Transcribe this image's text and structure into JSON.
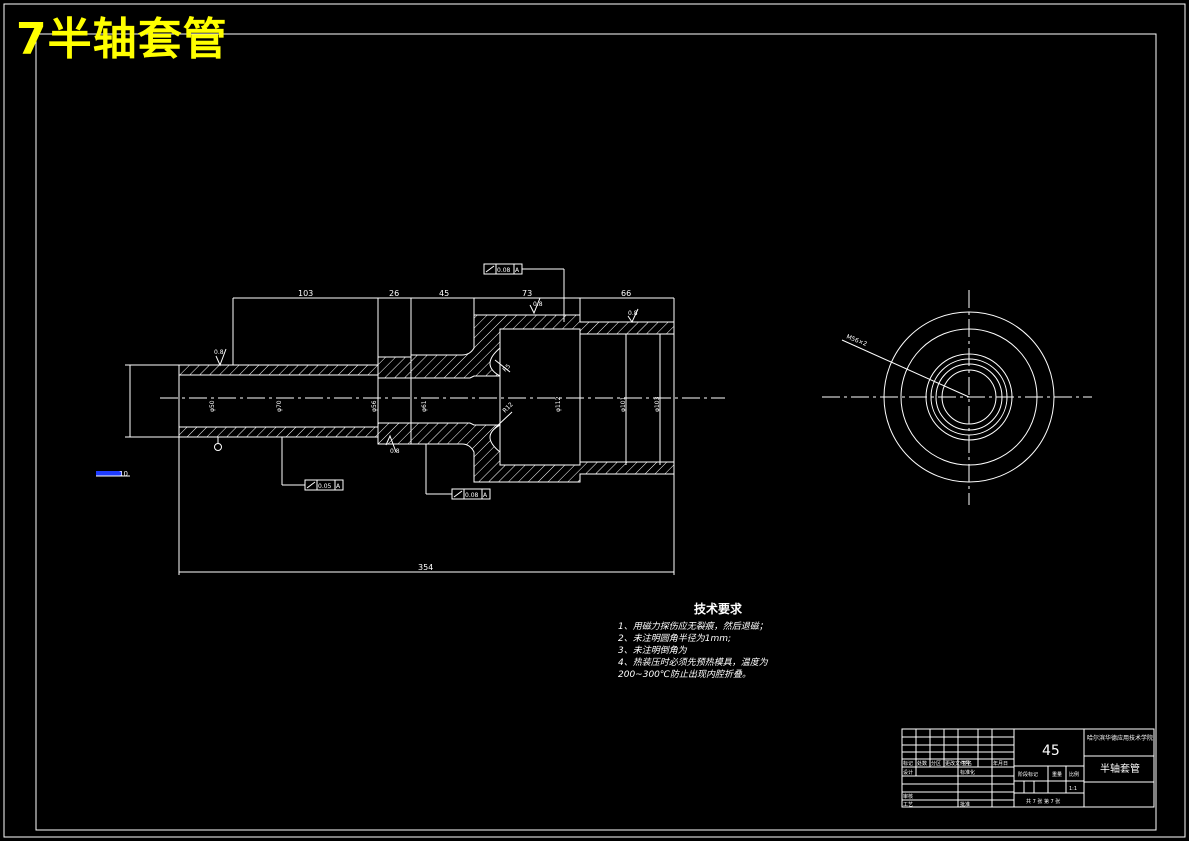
{
  "title": "7半轴套管",
  "front_view": {
    "dims": {
      "d1": "103",
      "d2": "26",
      "d3": "45",
      "d4": "73",
      "d5": "66",
      "total": "354"
    },
    "diameters": [
      "φ50",
      "φ70",
      "φ56",
      "φ61",
      "φ112",
      "φ101",
      "φ103"
    ],
    "radii": [
      "R5",
      "R12"
    ],
    "roughness": [
      "0.8",
      "0.8",
      "0.8",
      "0.8"
    ],
    "tolerances": [
      {
        "value": "0.08",
        "datum": "A"
      },
      {
        "value": "0.05",
        "datum": "A"
      },
      {
        "value": "0.08",
        "datum": "A"
      }
    ],
    "left_note": "10"
  },
  "side_view": {
    "label": "M56×2"
  },
  "tech_req": {
    "title": "技术要求",
    "lines": [
      "1、用磁力探伤应无裂痕，然后退磁；",
      "2、未注明圆角半径为1mm;",
      "3、未注明倒角为",
      "4、热装压时必须先预热模具，温度为",
      "200~300℃防止出现内腔折叠。"
    ]
  },
  "title_block": {
    "material": "45",
    "school": "哈尔滨华德应用技术学院",
    "part_name": "半轴套管",
    "scale": "1:1",
    "sheets": "共 7 张  第 7 张",
    "row_labels": [
      "标记",
      "处数",
      "分区",
      "更改文件号",
      "签名",
      "年月日"
    ],
    "roles": [
      "设计",
      "审核",
      "工艺",
      "批准"
    ],
    "stage_labels": [
      "阶段标记",
      "重量",
      "比例"
    ],
    "standardization": "标准化"
  }
}
